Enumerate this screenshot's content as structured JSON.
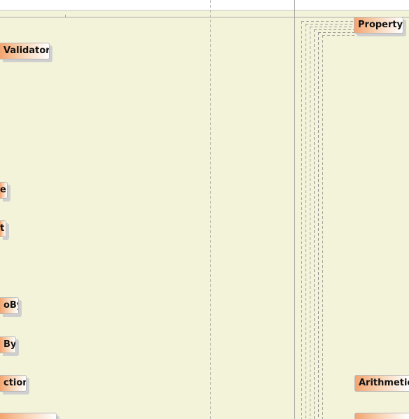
{
  "nodes": [
    {
      "id": "property",
      "label": "Property"
    },
    {
      "id": "validator",
      "label": "Validator"
    },
    {
      "id": "e",
      "label": "e"
    },
    {
      "id": "t",
      "label": "t"
    },
    {
      "id": "oby",
      "label": "oBy"
    },
    {
      "id": "by",
      "label": "By"
    },
    {
      "id": "ction",
      "label": "ction"
    },
    {
      "id": "arithmetic",
      "label": "Arithmetic"
    }
  ],
  "colors": {
    "canvas": "#f3f3da",
    "node_gradient_start": "#f3a46f",
    "node_gradient_end": "#ffffff",
    "connector": "#9a9a9a"
  }
}
